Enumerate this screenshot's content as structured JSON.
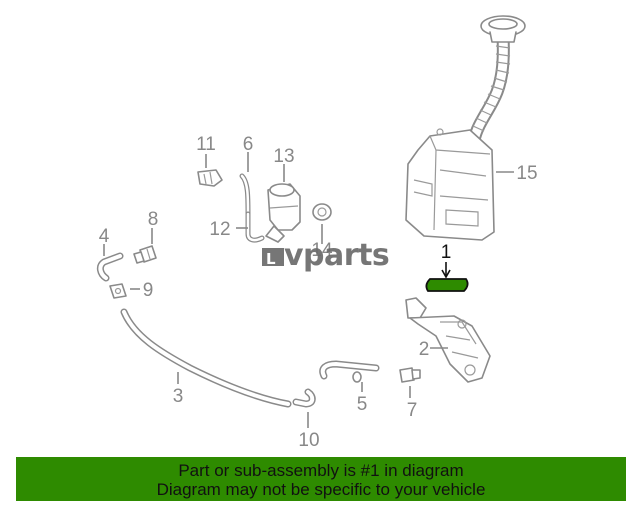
{
  "watermark": {
    "brand": "vparts",
    "mark_letter": "L"
  },
  "callouts": [
    {
      "id": "1",
      "label": "1",
      "highlighted": true
    },
    {
      "id": "2",
      "label": "2"
    },
    {
      "id": "3",
      "label": "3"
    },
    {
      "id": "4",
      "label": "4"
    },
    {
      "id": "5",
      "label": "5"
    },
    {
      "id": "6",
      "label": "6"
    },
    {
      "id": "7",
      "label": "7"
    },
    {
      "id": "8",
      "label": "8"
    },
    {
      "id": "9",
      "label": "9"
    },
    {
      "id": "10",
      "label": "10"
    },
    {
      "id": "11",
      "label": "11"
    },
    {
      "id": "12",
      "label": "12"
    },
    {
      "id": "13",
      "label": "13"
    },
    {
      "id": "14",
      "label": "14"
    },
    {
      "id": "15",
      "label": "15"
    }
  ],
  "banner": {
    "line1": "Part or sub-assembly is #1 in diagram",
    "line2": "Diagram may not be specific to your vehicle",
    "color": "#2e8b00"
  },
  "colors": {
    "highlight_part": "#2e8b00",
    "line_art": "#8a8a8a"
  }
}
